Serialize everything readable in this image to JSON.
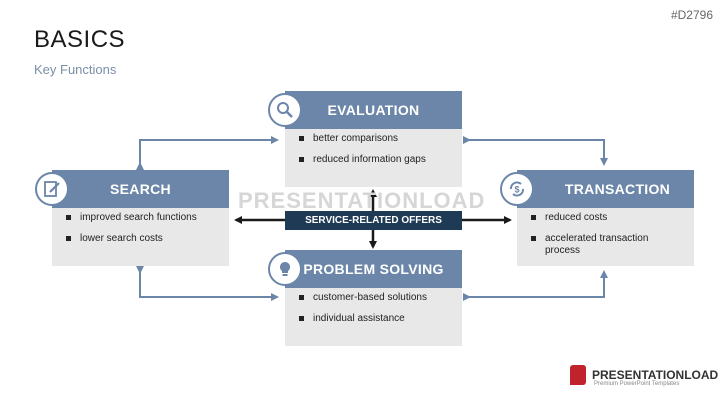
{
  "slide": {
    "code": "#D2796",
    "title": "BASICS",
    "subtitle": "Key Functions"
  },
  "watermark": "PRESENTATIONLOAD",
  "center": {
    "label": "SERVICE-RELATED OFFERS"
  },
  "evaluation": {
    "title": "EVALUATION",
    "icon": "magnifier-icon",
    "items": [
      "better comparisons",
      "reduced information gaps"
    ]
  },
  "search": {
    "title": "SEARCH",
    "icon": "edit-document-icon",
    "items": [
      "improved search functions",
      "lower search costs"
    ]
  },
  "transaction": {
    "title": "TRANSACTION",
    "icon": "currency-exchange-icon",
    "items": [
      "reduced costs",
      "accelerated transaction process"
    ]
  },
  "problem": {
    "title": "PROBLEM SOLVING",
    "icon": "lightbulb-icon",
    "items": [
      "customer-based solutions",
      "individual assistance"
    ]
  },
  "logo": {
    "name": "PRESENTATIONLOAD",
    "tagline": "Premium PowerPoint Templates"
  },
  "colors": {
    "header": "#6b86a8",
    "center": "#1f3a55",
    "box": "#e8e8e8"
  }
}
